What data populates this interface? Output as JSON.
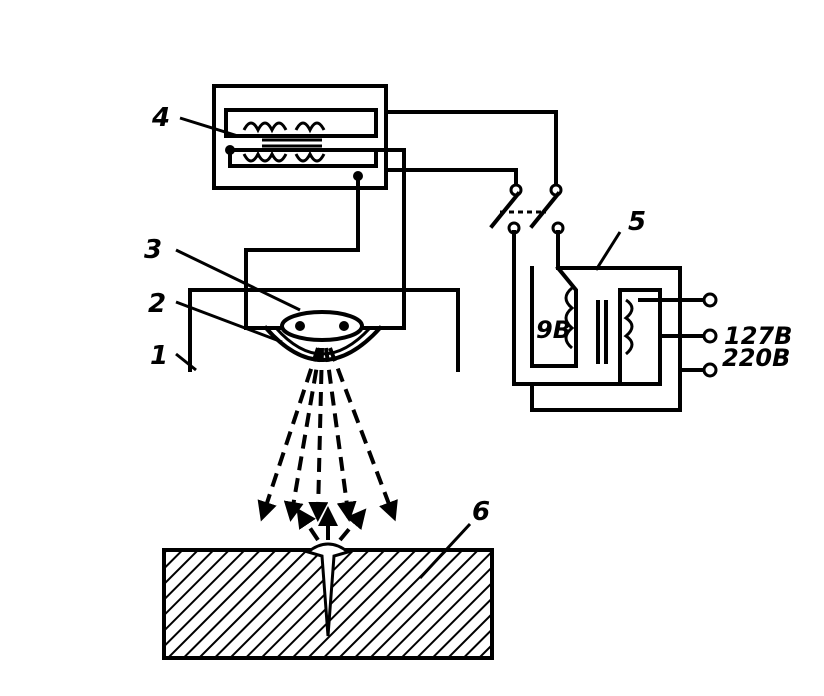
{
  "labels": {
    "part1": "1",
    "part2": "2",
    "part3": "3",
    "part4": "4",
    "part5": "5",
    "part6": "6",
    "secondary_voltage": "9В",
    "input_127": "127В",
    "input_220": "220В"
  },
  "colors": {
    "ink": "#000000",
    "paper": "#ffffff"
  }
}
